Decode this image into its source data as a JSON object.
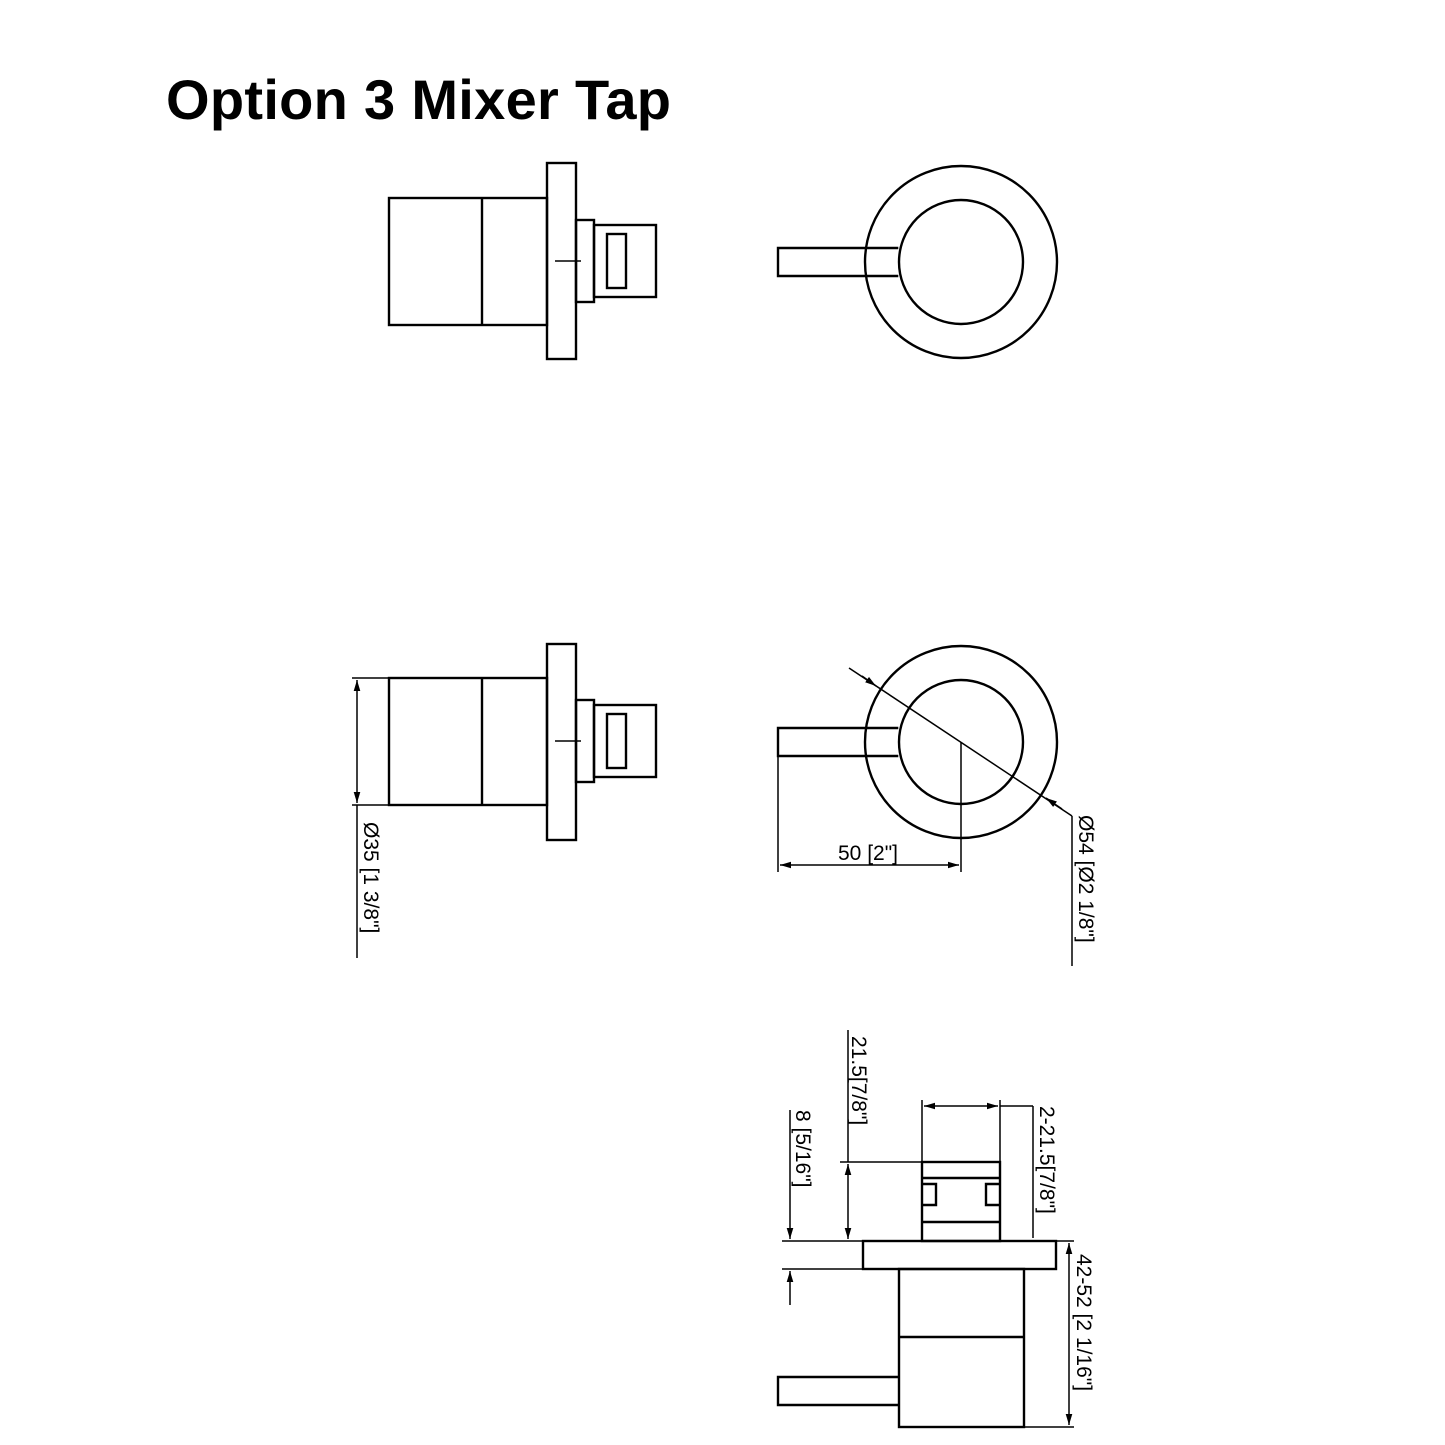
{
  "title": "Option 3 Mixer Tap",
  "dimensions": {
    "body_diameter": "Ø35 [1 3/8\"]",
    "handle_reach": "50 [2\"]",
    "plate_diameter": "Ø54 [Ø2 1/8\"]",
    "valve_depth": "21.5[7/8\"]",
    "plate_thickness": "8 [5/16\"]",
    "valve_width": "2-21.5[7/8\"]",
    "body_length": "42-52 [2 1/16\"]"
  }
}
